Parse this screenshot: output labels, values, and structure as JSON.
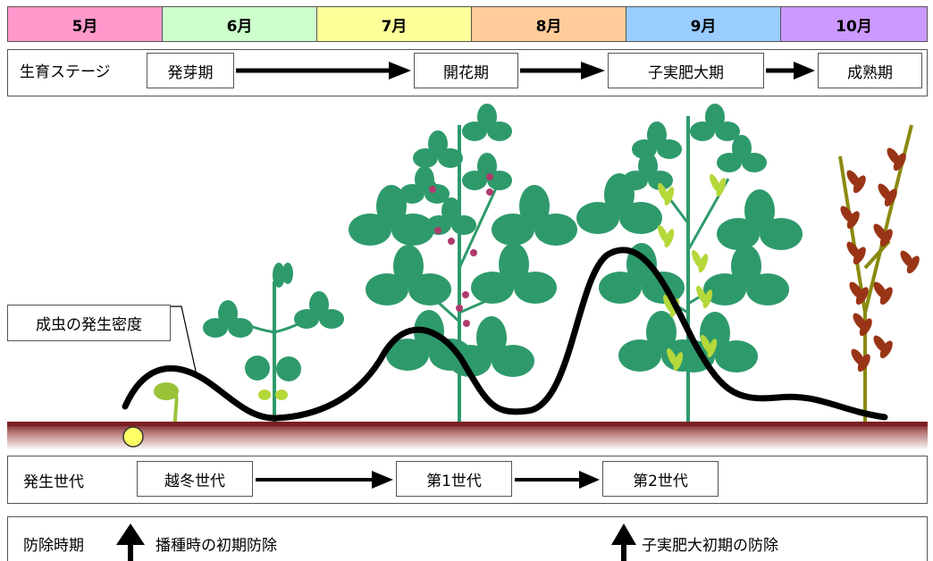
{
  "months": [
    {
      "label": "5月",
      "color": "#ff99cc"
    },
    {
      "label": "6月",
      "color": "#ccffcc"
    },
    {
      "label": "7月",
      "color": "#ffff99"
    },
    {
      "label": "8月",
      "color": "#ffcc99"
    },
    {
      "label": "9月",
      "color": "#99ccff"
    },
    {
      "label": "10月",
      "color": "#cc99ff"
    }
  ],
  "growth_stage": {
    "label": "生育ステージ",
    "stages": [
      "発芽期",
      "開花期",
      "子実肥大期",
      "成熟期"
    ]
  },
  "density_label": "成虫の発生密度",
  "generation": {
    "label": "発生世代",
    "items": [
      "越冬世代",
      "第1世代",
      "第2世代"
    ]
  },
  "control": {
    "label": "防除時期",
    "first": "播種時の初期防除",
    "second": "子実肥大初期の防除"
  },
  "colors": {
    "leaf": "#2e9a6c",
    "stem": "#2e9a6c",
    "pod_green": "#b5d83a",
    "pod_ripe": "#9a3416",
    "flower": "#b03a6e",
    "soil": "#8b2e2e",
    "seed": "#ffff66",
    "curve": "#000000"
  }
}
